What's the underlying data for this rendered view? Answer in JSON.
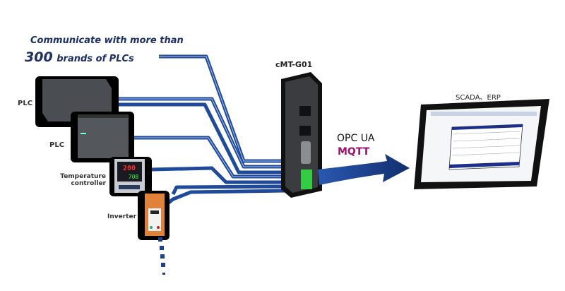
{
  "headline": {
    "line1": "Communicate with more than",
    "line2_number": "300",
    "line2_text": "brands of PLCs"
  },
  "devices": [
    {
      "label": "PLC"
    },
    {
      "label": "PLC"
    },
    {
      "label_line1": "Temperature",
      "label_line2": "controller",
      "display_top": "200",
      "display_bottom": "708"
    },
    {
      "label": "Inverter"
    }
  ],
  "gateway": {
    "label": "cMT-G01"
  },
  "protocols": {
    "opcua": "OPC UA",
    "mqtt": "MQTT"
  },
  "target": {
    "label": "SCADA、ERP"
  },
  "colors": {
    "cable": "#1f4a9a",
    "headline": "#1c2f66",
    "mqtt": "#a0106e",
    "arrow": "#1d3f8a"
  }
}
